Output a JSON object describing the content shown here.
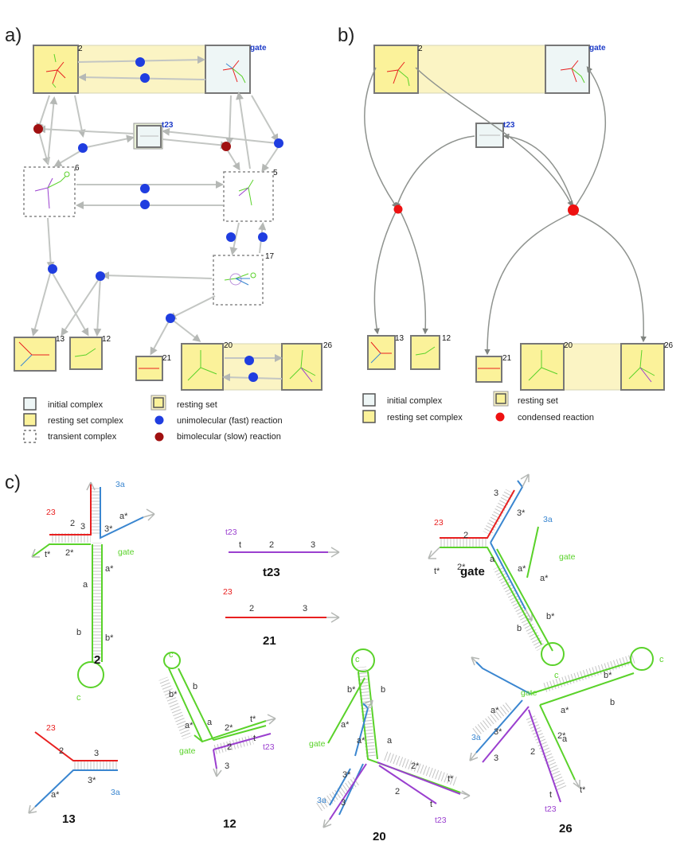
{
  "panels": {
    "a": "a)",
    "b": "b)",
    "c": "c)"
  },
  "nodes": {
    "n2": "2",
    "gate": "gate",
    "t23": "t23",
    "n6": "6",
    "n5": "5",
    "n17": "17",
    "n13": "13",
    "n12": "12",
    "n21": "21",
    "n20": "20",
    "n26": "26"
  },
  "legend_a": {
    "initial": "initial complex",
    "resting_complex": "resting set complex",
    "transient": "transient complex",
    "resting_set": "resting set",
    "unimolecular": "unimolecular (fast) reaction",
    "bimolecular": "bimolecular (slow) reaction"
  },
  "legend_b": {
    "initial": "initial complex",
    "resting_complex": "resting set complex",
    "resting_set": "resting set",
    "condensed": "condensed reaction"
  },
  "domains": {
    "d3": "3",
    "d3s": "3*",
    "d2": "2",
    "d2s": "2*",
    "da": "a",
    "das": "a*",
    "db": "b",
    "dbs": "b*",
    "dc": "c",
    "dt": "t",
    "dts": "t*"
  },
  "strands": {
    "s23": "23",
    "s3a": "3a",
    "sgate": "gate",
    "st23": "t23"
  },
  "captions": {
    "c2": "2",
    "ct23": "t23",
    "cgate": "gate",
    "c21": "21",
    "c13": "13",
    "c12": "12",
    "c20": "20",
    "c26": "26"
  },
  "colors": {
    "unimolecular": "#1f3de0",
    "bimolecular": "#a01010",
    "condensed": "#ee1111",
    "initial_fill": "#eef6f6",
    "resting_fill": "#fbf29a",
    "resting_set_band": "#fbf4c4",
    "strand_23": "#e82020",
    "strand_3a": "#3a86d0",
    "strand_gate": "#5ad22a",
    "strand_t23": "#9a3fcf"
  }
}
